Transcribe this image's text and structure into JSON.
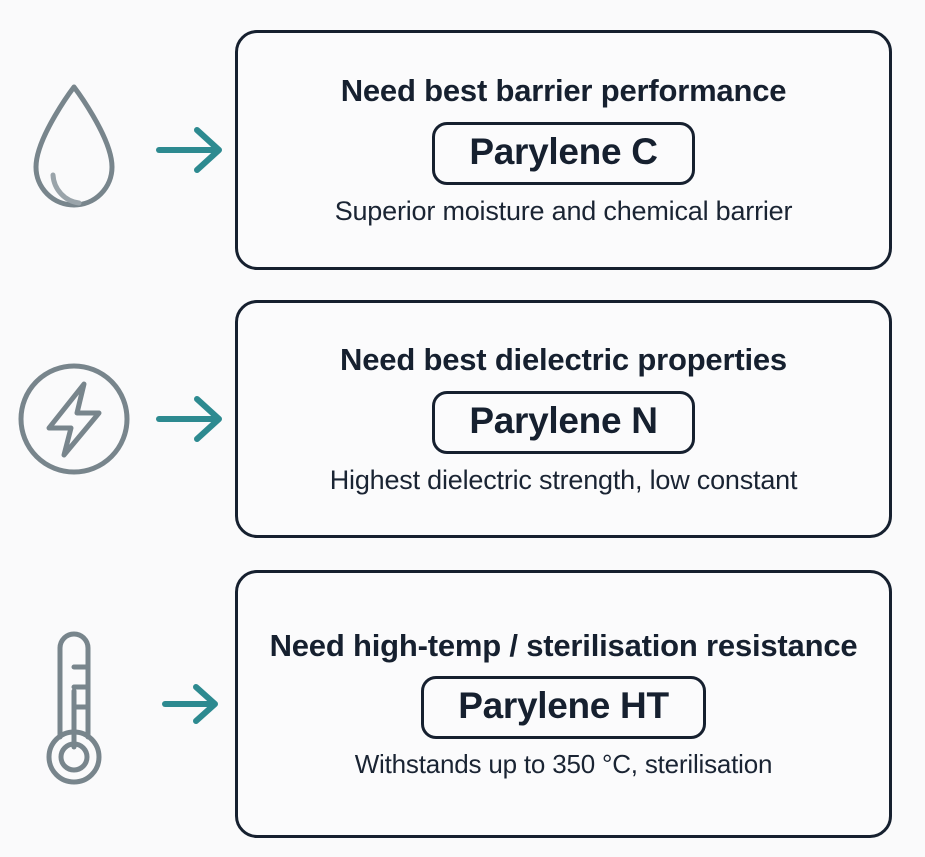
{
  "background_color": "#fafafb",
  "theme": {
    "ink": "#16202f",
    "icon_stroke": "#78858c",
    "arrow_color": "#2d8a90"
  },
  "rows": [
    {
      "icon": "water-droplet-icon",
      "arrow": "arrow-right-icon",
      "title": "Need best barrier performance",
      "pill": "Parylene C",
      "subtitle": "Superior moisture and chemical barrier"
    },
    {
      "icon": "lightning-bolt-circle-icon",
      "arrow": "arrow-right-icon",
      "title": "Need best dielectric properties",
      "pill": "Parylene N",
      "subtitle": "Highest dielectric strength, low constant"
    },
    {
      "icon": "thermometer-icon",
      "arrow": "arrow-right-icon",
      "title": "Need high-temp / sterilisation resistance",
      "pill": "Parylene HT",
      "subtitle": "Withstands up to 350 °C, sterilisation"
    }
  ]
}
